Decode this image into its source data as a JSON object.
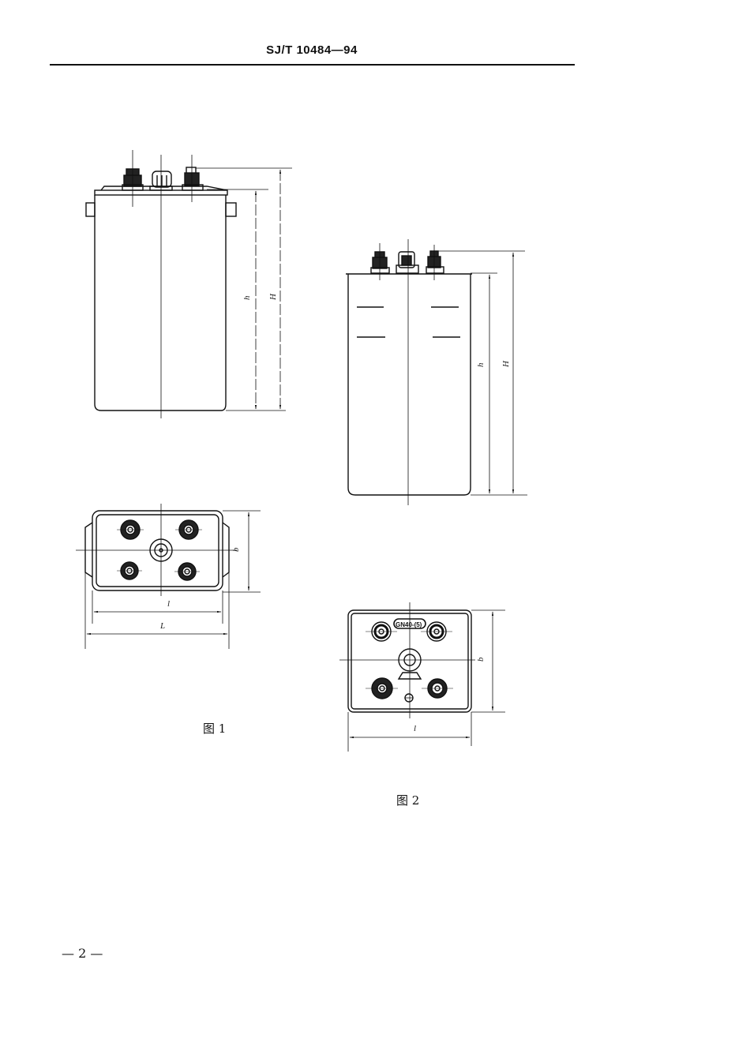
{
  "header": {
    "standard_code": "SJ/T 10484—94"
  },
  "figures": [
    {
      "id": "fig1",
      "caption": "图 1",
      "front_view": {
        "dim_labels": {
          "h": "h",
          "H": "H"
        }
      },
      "top_view": {
        "dim_labels": {
          "b": "b",
          "l": "l",
          "L": "L"
        }
      }
    },
    {
      "id": "fig2",
      "caption": "图 2",
      "front_view": {
        "dim_labels": {
          "h": "h",
          "H": "H"
        }
      },
      "top_view": {
        "dim_labels": {
          "b": "b",
          "l": "l"
        },
        "model_marking": "GN40-(5)"
      }
    }
  ],
  "footer": {
    "page_number": "— 2 —"
  }
}
